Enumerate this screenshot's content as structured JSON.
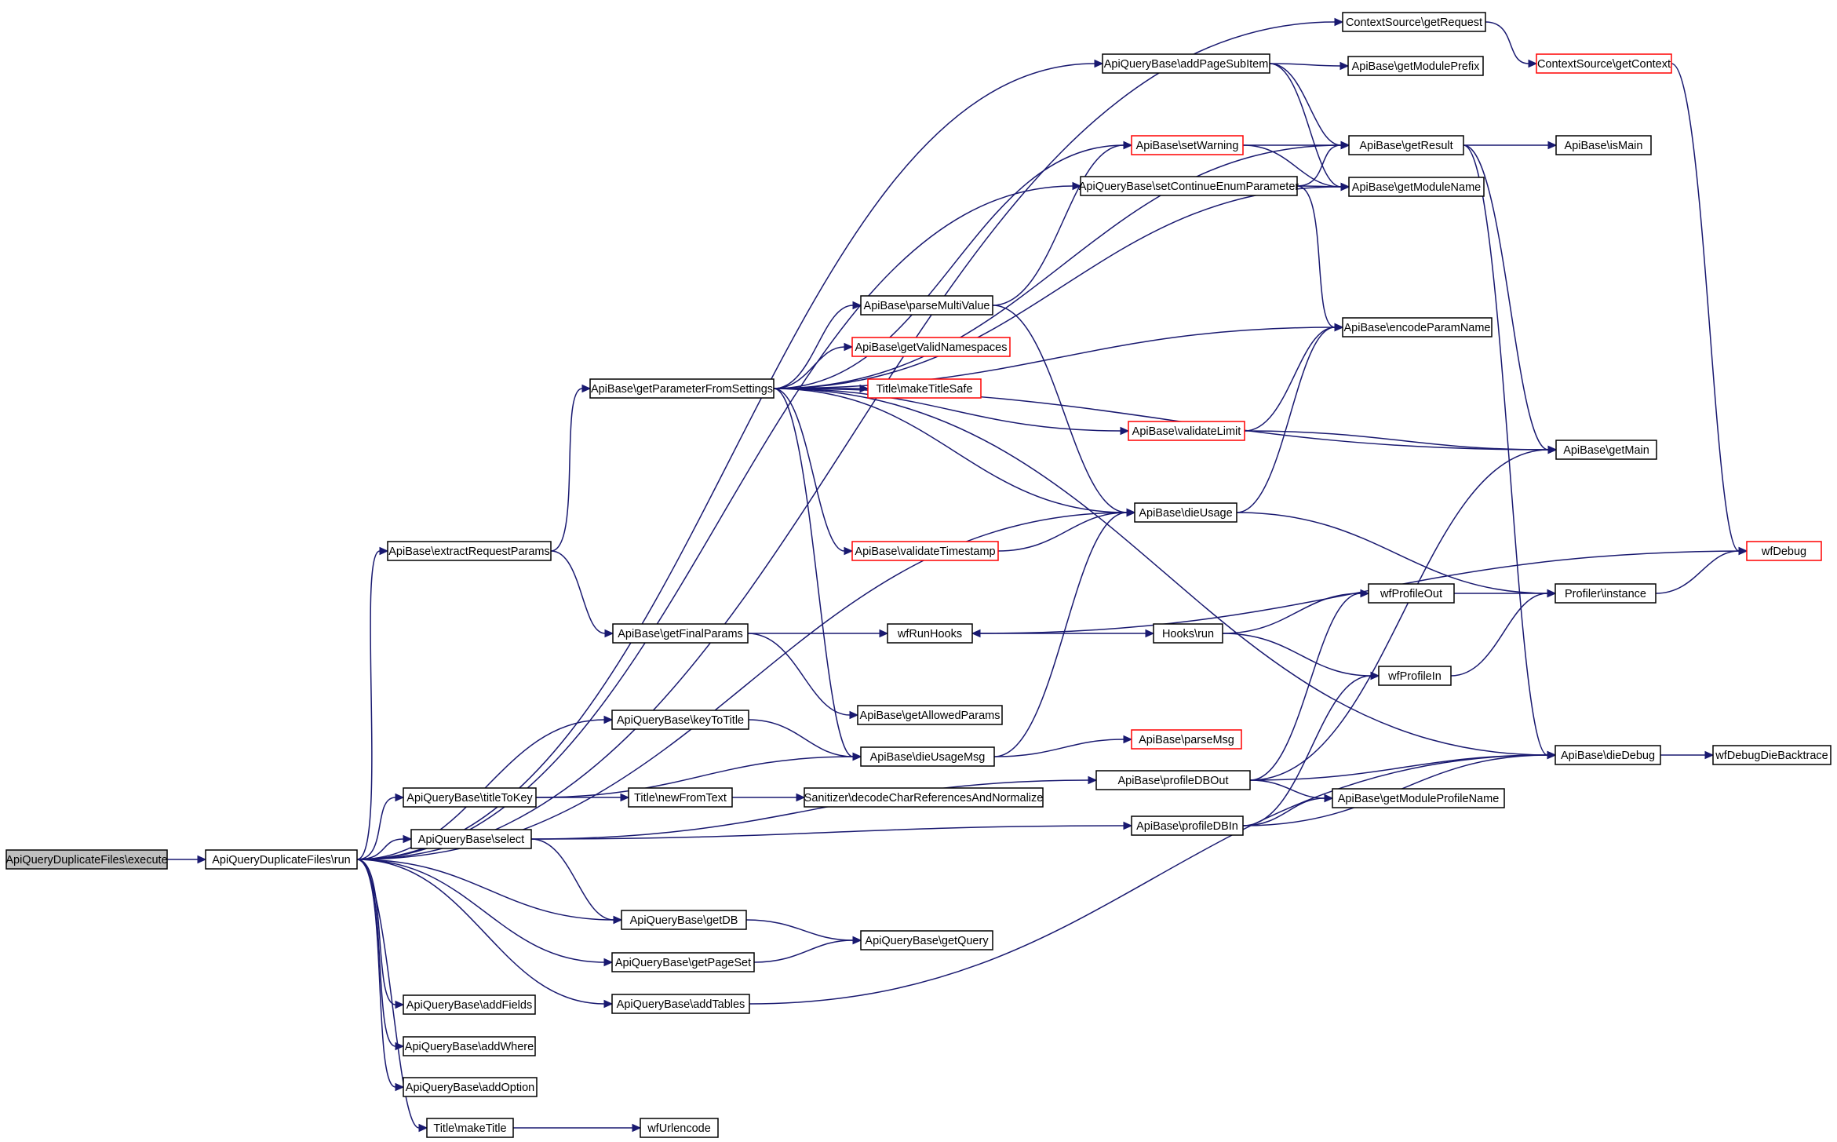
{
  "graph": {
    "colors": {
      "edge": "#191970",
      "node_border": "#000000",
      "node_border_truncated": "#ff0000",
      "root_fill": "#bfbfbf"
    },
    "nodes": [
      {
        "id": "n0",
        "label": "ApiQueryDuplicateFiles\\execute",
        "root": true
      },
      {
        "id": "n1",
        "label": "ApiQueryDuplicateFiles\\run"
      },
      {
        "id": "n2",
        "label": "ContextSource\\getRequest"
      },
      {
        "id": "n3",
        "label": "ContextSource\\getContext",
        "truncated": true
      },
      {
        "id": "n4",
        "label": "ApiQueryBase\\addPageSubItem"
      },
      {
        "id": "n5",
        "label": "ApiBase\\getModulePrefix"
      },
      {
        "id": "n6",
        "label": "ApiBase\\setWarning",
        "truncated": true
      },
      {
        "id": "n7",
        "label": "ApiBase\\getResult"
      },
      {
        "id": "n8",
        "label": "ApiBase\\isMain"
      },
      {
        "id": "n9",
        "label": "ApiQueryBase\\setContinueEnumParameter"
      },
      {
        "id": "n10",
        "label": "ApiBase\\getModuleName"
      },
      {
        "id": "n11",
        "label": "ApiBase\\parseMultiValue"
      },
      {
        "id": "n12",
        "label": "ApiBase\\encodeParamName"
      },
      {
        "id": "n13",
        "label": "ApiBase\\getValidNamespaces",
        "truncated": true
      },
      {
        "id": "n14",
        "label": "ApiBase\\getParameterFromSettings"
      },
      {
        "id": "n15",
        "label": "Title\\makeTitleSafe",
        "truncated": true
      },
      {
        "id": "n16",
        "label": "ApiBase\\validateLimit",
        "truncated": true
      },
      {
        "id": "n17",
        "label": "ApiBase\\getMain"
      },
      {
        "id": "n18",
        "label": "ApiBase\\dieUsage"
      },
      {
        "id": "n19",
        "label": "ApiBase\\validateTimestamp",
        "truncated": true
      },
      {
        "id": "n20",
        "label": "ApiBase\\extractRequestParams"
      },
      {
        "id": "n21",
        "label": "wfDebug",
        "truncated": true
      },
      {
        "id": "n22",
        "label": "wfProfileOut"
      },
      {
        "id": "n23",
        "label": "Profiler\\instance"
      },
      {
        "id": "n24",
        "label": "ApiBase\\getFinalParams"
      },
      {
        "id": "n25",
        "label": "wfRunHooks"
      },
      {
        "id": "n26",
        "label": "Hooks\\run"
      },
      {
        "id": "n27",
        "label": "wfProfileIn"
      },
      {
        "id": "n28",
        "label": "ApiBase\\getAllowedParams"
      },
      {
        "id": "n29",
        "label": "ApiQueryBase\\keyToTitle"
      },
      {
        "id": "n30",
        "label": "ApiBase\\parseMsg",
        "truncated": true
      },
      {
        "id": "n31",
        "label": "ApiBase\\dieUsageMsg"
      },
      {
        "id": "n32",
        "label": "ApiBase\\dieDebug"
      },
      {
        "id": "n33",
        "label": "wfDebugDieBacktrace"
      },
      {
        "id": "n34",
        "label": "ApiBase\\profileDBOut"
      },
      {
        "id": "n35",
        "label": "ApiQueryBase\\titleToKey"
      },
      {
        "id": "n36",
        "label": "Title\\newFromText"
      },
      {
        "id": "n37",
        "label": "Sanitizer\\decodeCharReferencesAndNormalize"
      },
      {
        "id": "n38",
        "label": "ApiBase\\getModuleProfileName"
      },
      {
        "id": "n39",
        "label": "ApiBase\\profileDBIn"
      },
      {
        "id": "n40",
        "label": "ApiQueryBase\\select"
      },
      {
        "id": "n41",
        "label": "ApiQueryBase\\getDB"
      },
      {
        "id": "n42",
        "label": "ApiQueryBase\\getQuery"
      },
      {
        "id": "n43",
        "label": "ApiQueryBase\\getPageSet"
      },
      {
        "id": "n44",
        "label": "ApiQueryBase\\addTables"
      },
      {
        "id": "n45",
        "label": "ApiQueryBase\\addFields"
      },
      {
        "id": "n46",
        "label": "ApiQueryBase\\addWhere"
      },
      {
        "id": "n47",
        "label": "ApiQueryBase\\addOption"
      },
      {
        "id": "n48",
        "label": "Title\\makeTitle"
      },
      {
        "id": "n49",
        "label": "wfUrlencode"
      }
    ],
    "edges": [
      [
        "n0",
        "n1"
      ],
      [
        "n1",
        "n2"
      ],
      [
        "n1",
        "n4"
      ],
      [
        "n1",
        "n9"
      ],
      [
        "n1",
        "n20"
      ],
      [
        "n1",
        "n18"
      ],
      [
        "n1",
        "n29"
      ],
      [
        "n1",
        "n35"
      ],
      [
        "n1",
        "n40"
      ],
      [
        "n1",
        "n41"
      ],
      [
        "n1",
        "n43"
      ],
      [
        "n1",
        "n44"
      ],
      [
        "n1",
        "n45"
      ],
      [
        "n1",
        "n46"
      ],
      [
        "n1",
        "n47"
      ],
      [
        "n1",
        "n48"
      ],
      [
        "n2",
        "n3"
      ],
      [
        "n3",
        "n21"
      ],
      [
        "n4",
        "n5"
      ],
      [
        "n4",
        "n7"
      ],
      [
        "n4",
        "n10"
      ],
      [
        "n6",
        "n7"
      ],
      [
        "n6",
        "n10"
      ],
      [
        "n7",
        "n8"
      ],
      [
        "n7",
        "n17"
      ],
      [
        "n7",
        "n32"
      ],
      [
        "n9",
        "n7"
      ],
      [
        "n9",
        "n10"
      ],
      [
        "n9",
        "n12"
      ],
      [
        "n11",
        "n6"
      ],
      [
        "n11",
        "n18"
      ],
      [
        "n14",
        "n7"
      ],
      [
        "n14",
        "n6"
      ],
      [
        "n14",
        "n10"
      ],
      [
        "n14",
        "n12"
      ],
      [
        "n14",
        "n11"
      ],
      [
        "n14",
        "n13"
      ],
      [
        "n14",
        "n15"
      ],
      [
        "n14",
        "n16"
      ],
      [
        "n14",
        "n17"
      ],
      [
        "n14",
        "n18"
      ],
      [
        "n14",
        "n19"
      ],
      [
        "n14",
        "n31"
      ],
      [
        "n14",
        "n32"
      ],
      [
        "n16",
        "n12"
      ],
      [
        "n16",
        "n17"
      ],
      [
        "n18",
        "n12"
      ],
      [
        "n18",
        "n23"
      ],
      [
        "n19",
        "n18"
      ],
      [
        "n20",
        "n14"
      ],
      [
        "n20",
        "n24"
      ],
      [
        "n21",
        "n25"
      ],
      [
        "n22",
        "n23"
      ],
      [
        "n23",
        "n21"
      ],
      [
        "n24",
        "n25"
      ],
      [
        "n24",
        "n28"
      ],
      [
        "n25",
        "n26"
      ],
      [
        "n26",
        "n22"
      ],
      [
        "n26",
        "n27"
      ],
      [
        "n27",
        "n23"
      ],
      [
        "n29",
        "n31"
      ],
      [
        "n31",
        "n18"
      ],
      [
        "n31",
        "n30"
      ],
      [
        "n32",
        "n33"
      ],
      [
        "n34",
        "n22"
      ],
      [
        "n34",
        "n17"
      ],
      [
        "n34",
        "n38"
      ],
      [
        "n34",
        "n32"
      ],
      [
        "n35",
        "n31"
      ],
      [
        "n35",
        "n36"
      ],
      [
        "n36",
        "n37"
      ],
      [
        "n39",
        "n27"
      ],
      [
        "n39",
        "n38"
      ],
      [
        "n39",
        "n32"
      ],
      [
        "n40",
        "n34"
      ],
      [
        "n40",
        "n39"
      ],
      [
        "n40",
        "n41"
      ],
      [
        "n41",
        "n42"
      ],
      [
        "n43",
        "n42"
      ],
      [
        "n44",
        "n32"
      ],
      [
        "n48",
        "n49"
      ]
    ]
  }
}
